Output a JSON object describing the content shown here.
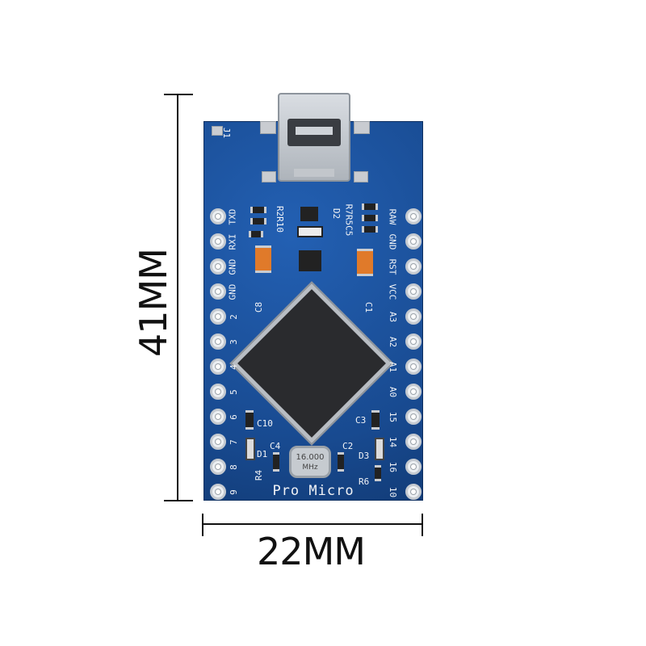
{
  "dimensions": {
    "height_label": "41MM",
    "width_label": "22MM"
  },
  "board": {
    "name": "Pro Micro",
    "crystal": {
      "line1": "16.000",
      "line2": "MHz"
    },
    "left_pins": [
      "TXD",
      "RXI",
      "GND",
      "GND",
      "2",
      "3",
      "4",
      "5",
      "6",
      "7",
      "8",
      "9"
    ],
    "right_pins": [
      "RAW",
      "GND",
      "RST",
      "VCC",
      "A3",
      "A2",
      "A1",
      "A0",
      "15",
      "14",
      "16",
      "10"
    ],
    "labels": {
      "j1": "J1",
      "r2r10": "R2R10",
      "r7r5c5": "R7R5C5",
      "d2": "D2",
      "c8": "C8",
      "c1": "C1",
      "c10": "C10",
      "c3": "C3",
      "c4": "C4",
      "c2": "C2",
      "d1": "D1",
      "d3": "D3",
      "r4": "R4",
      "r6": "R6"
    }
  },
  "colors": {
    "pcb": "#1a4f9a",
    "silkscreen": "#f2f4f7",
    "chip": "#2a2b2e",
    "tantalum": "#e07a2a"
  }
}
